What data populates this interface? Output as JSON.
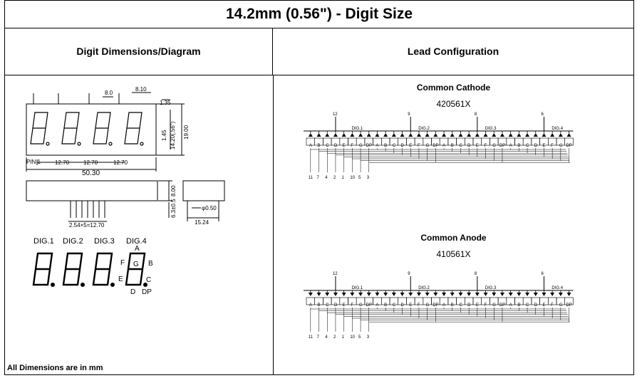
{
  "title": "14.2mm (0.56\") - Digit Size",
  "headers": {
    "left": "Digit Dimensions/Diagram",
    "right": "Lead Configuration"
  },
  "footnote": "All Dimensions are in mm",
  "dimensions": {
    "d_8_10": "8.10",
    "d_8_0": "8.0",
    "d_1_35": "1.35",
    "d_1_45": "1.45",
    "d_14_20": "14.20(.56\")",
    "d_19_00": "19.00",
    "pin1": "PIN 1",
    "pitch": [
      "12.70",
      "12.70",
      "12.70"
    ],
    "d_50_30": "50.30",
    "d_8_00": "8.00",
    "d_6_3": "6.3±0.5",
    "d_phi": "φ0.50",
    "d_15_24": "15.24",
    "d_pins": "2.54×5=12.70"
  },
  "segment_diagram": {
    "digits": [
      "DIG.1",
      "DIG.2",
      "DIG.3",
      "DIG.4"
    ],
    "segments": {
      "A": "A",
      "B": "B",
      "C": "C",
      "D": "D",
      "E": "E",
      "F": "F",
      "G": "G",
      "DP": "DP"
    }
  },
  "common_cathode": {
    "title": "Common Cathode",
    "part": "420561X"
  },
  "common_anode": {
    "title": "Common Anode",
    "part": "410561X"
  },
  "lead": {
    "digit_pins": [
      "12",
      "9",
      "8",
      "6"
    ],
    "digit_labels": [
      "DIG.1",
      "DIG.2",
      "DIG.3",
      "DIG.4"
    ],
    "segment_labels": [
      "A",
      "B",
      "C",
      "D",
      "E",
      "F",
      "G",
      "DP"
    ],
    "bottom_pins": [
      "11",
      "7",
      "4",
      "2",
      "1",
      "10",
      "5",
      "3"
    ]
  }
}
